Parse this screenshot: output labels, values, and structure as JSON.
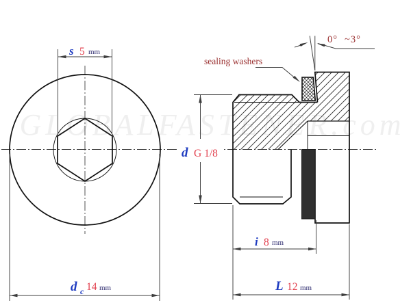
{
  "drawing": {
    "watermark": "GLOBALFASTENER.com",
    "labels": {
      "sealing_washers": "sealing washers",
      "angle_min": "0°",
      "angle_max": "~3°"
    },
    "dimensions": {
      "socket_width": {
        "symbol": "s",
        "value": "5",
        "unit": "mm"
      },
      "head_diameter": {
        "symbol": "d",
        "subscript": "c",
        "value": "14",
        "unit": "mm"
      },
      "thread_size": {
        "symbol": "d",
        "value": "G 1/8"
      },
      "thread_length": {
        "symbol": "i",
        "value": "8",
        "unit": "mm"
      },
      "total_length": {
        "symbol": "L",
        "value": "12",
        "unit": "mm"
      }
    },
    "colors": {
      "symbol_blue": "#1e3bc0",
      "value_red": "#e2404e",
      "unit_navy": "#2c2a6e",
      "annotation_dark_red": "#9a3030",
      "line_black": "#111111",
      "washer_fill": "#303030"
    }
  }
}
